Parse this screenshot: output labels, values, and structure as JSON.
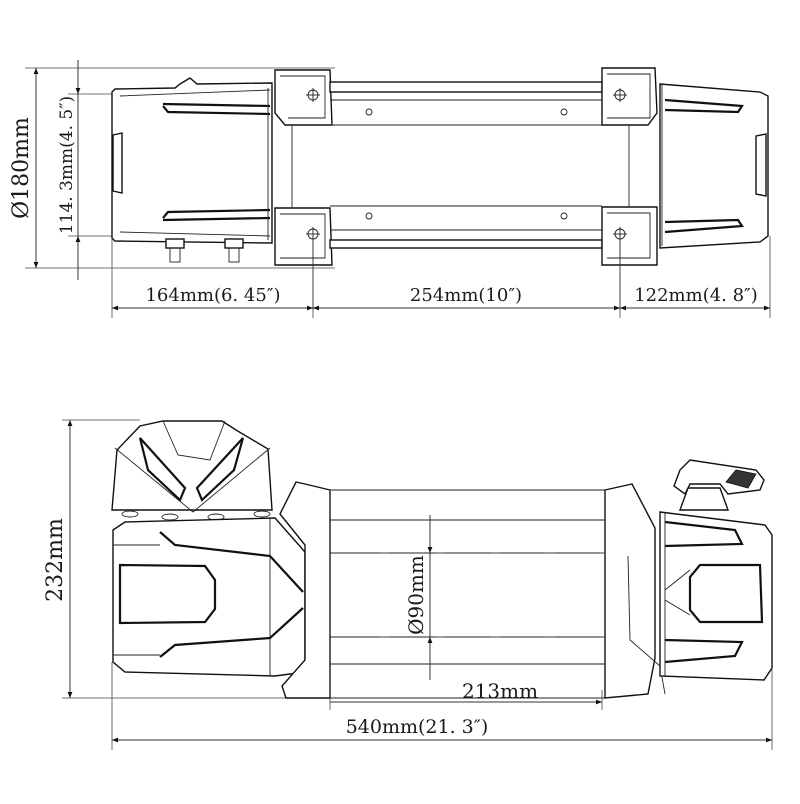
{
  "diagram": {
    "subject": "Electric winch dimensional drawing",
    "views": [
      {
        "name": "top-view",
        "label": ""
      },
      {
        "name": "front-view",
        "label": ""
      }
    ]
  },
  "top_view": {
    "dimensions": {
      "overall_diameter": "Ø180mm",
      "mount_spacing_vertical": "114. 3mm(4. 5″)",
      "left_section": "164mm(6. 45″)",
      "mount_spacing_horizontal": "254mm(10″)",
      "right_section": "122mm(4. 8″)"
    }
  },
  "front_view": {
    "dimensions": {
      "overall_height": "232mm",
      "drum_diameter": "Ø90mm",
      "drum_length": "213mm",
      "overall_length": "540mm(21. 3″)"
    }
  },
  "colors": {
    "line": "#111111",
    "background": "#ffffff",
    "dimension_line": "#333333"
  }
}
